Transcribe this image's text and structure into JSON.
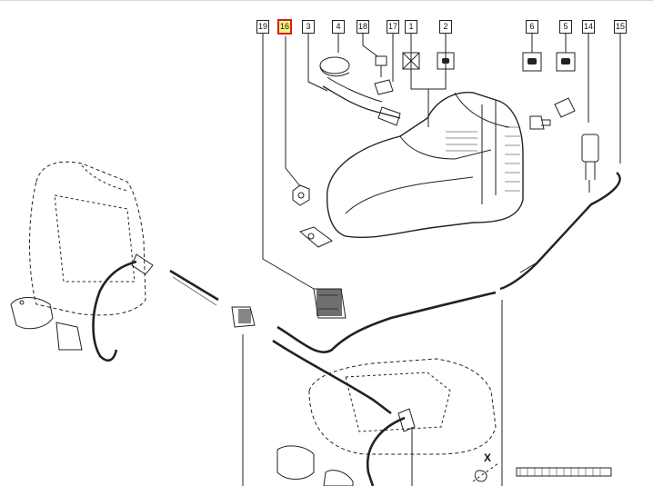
{
  "diagram": {
    "callouts": [
      "19",
      "16",
      "3",
      "4",
      "18",
      "17",
      "1",
      "2",
      "6",
      "5",
      "14",
      "15"
    ],
    "selected_callout": "16",
    "highlight_color": "#f3ef80",
    "selection_border_color": "#d81e1e",
    "section_mark": "X"
  }
}
